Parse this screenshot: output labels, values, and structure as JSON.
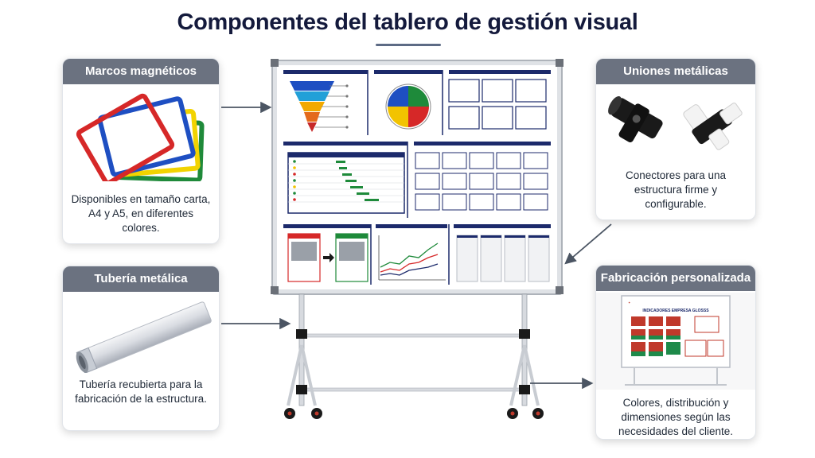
{
  "title": "Componentes del tablero de gestión visual",
  "cards": {
    "marcos": {
      "header": "Marcos magnéticos",
      "text": "Disponibles en tamaño carta, A4 y A5, en diferentes colores."
    },
    "tuberia": {
      "header": "Tubería metálica",
      "text": "Tubería recubierta para la fabricación de la estructura."
    },
    "uniones": {
      "header": "Uniones metálicas",
      "text": "Conectores para una estructura firme y configurable."
    },
    "fabricacion": {
      "header": "Fabricación personalizada",
      "text": "Colores, distribución y dimensiones según las necesidades del cliente.",
      "board_title": "INDICADORES EMPRESA GLOSSS"
    }
  },
  "colors": {
    "title": "#141a3c",
    "card_header": "#6b7280",
    "board_navy": "#1c2a6b",
    "frame_red": "#d62828",
    "frame_blue": "#1e4fc2",
    "frame_yellow": "#f2d300",
    "frame_green": "#1f8a3a"
  }
}
